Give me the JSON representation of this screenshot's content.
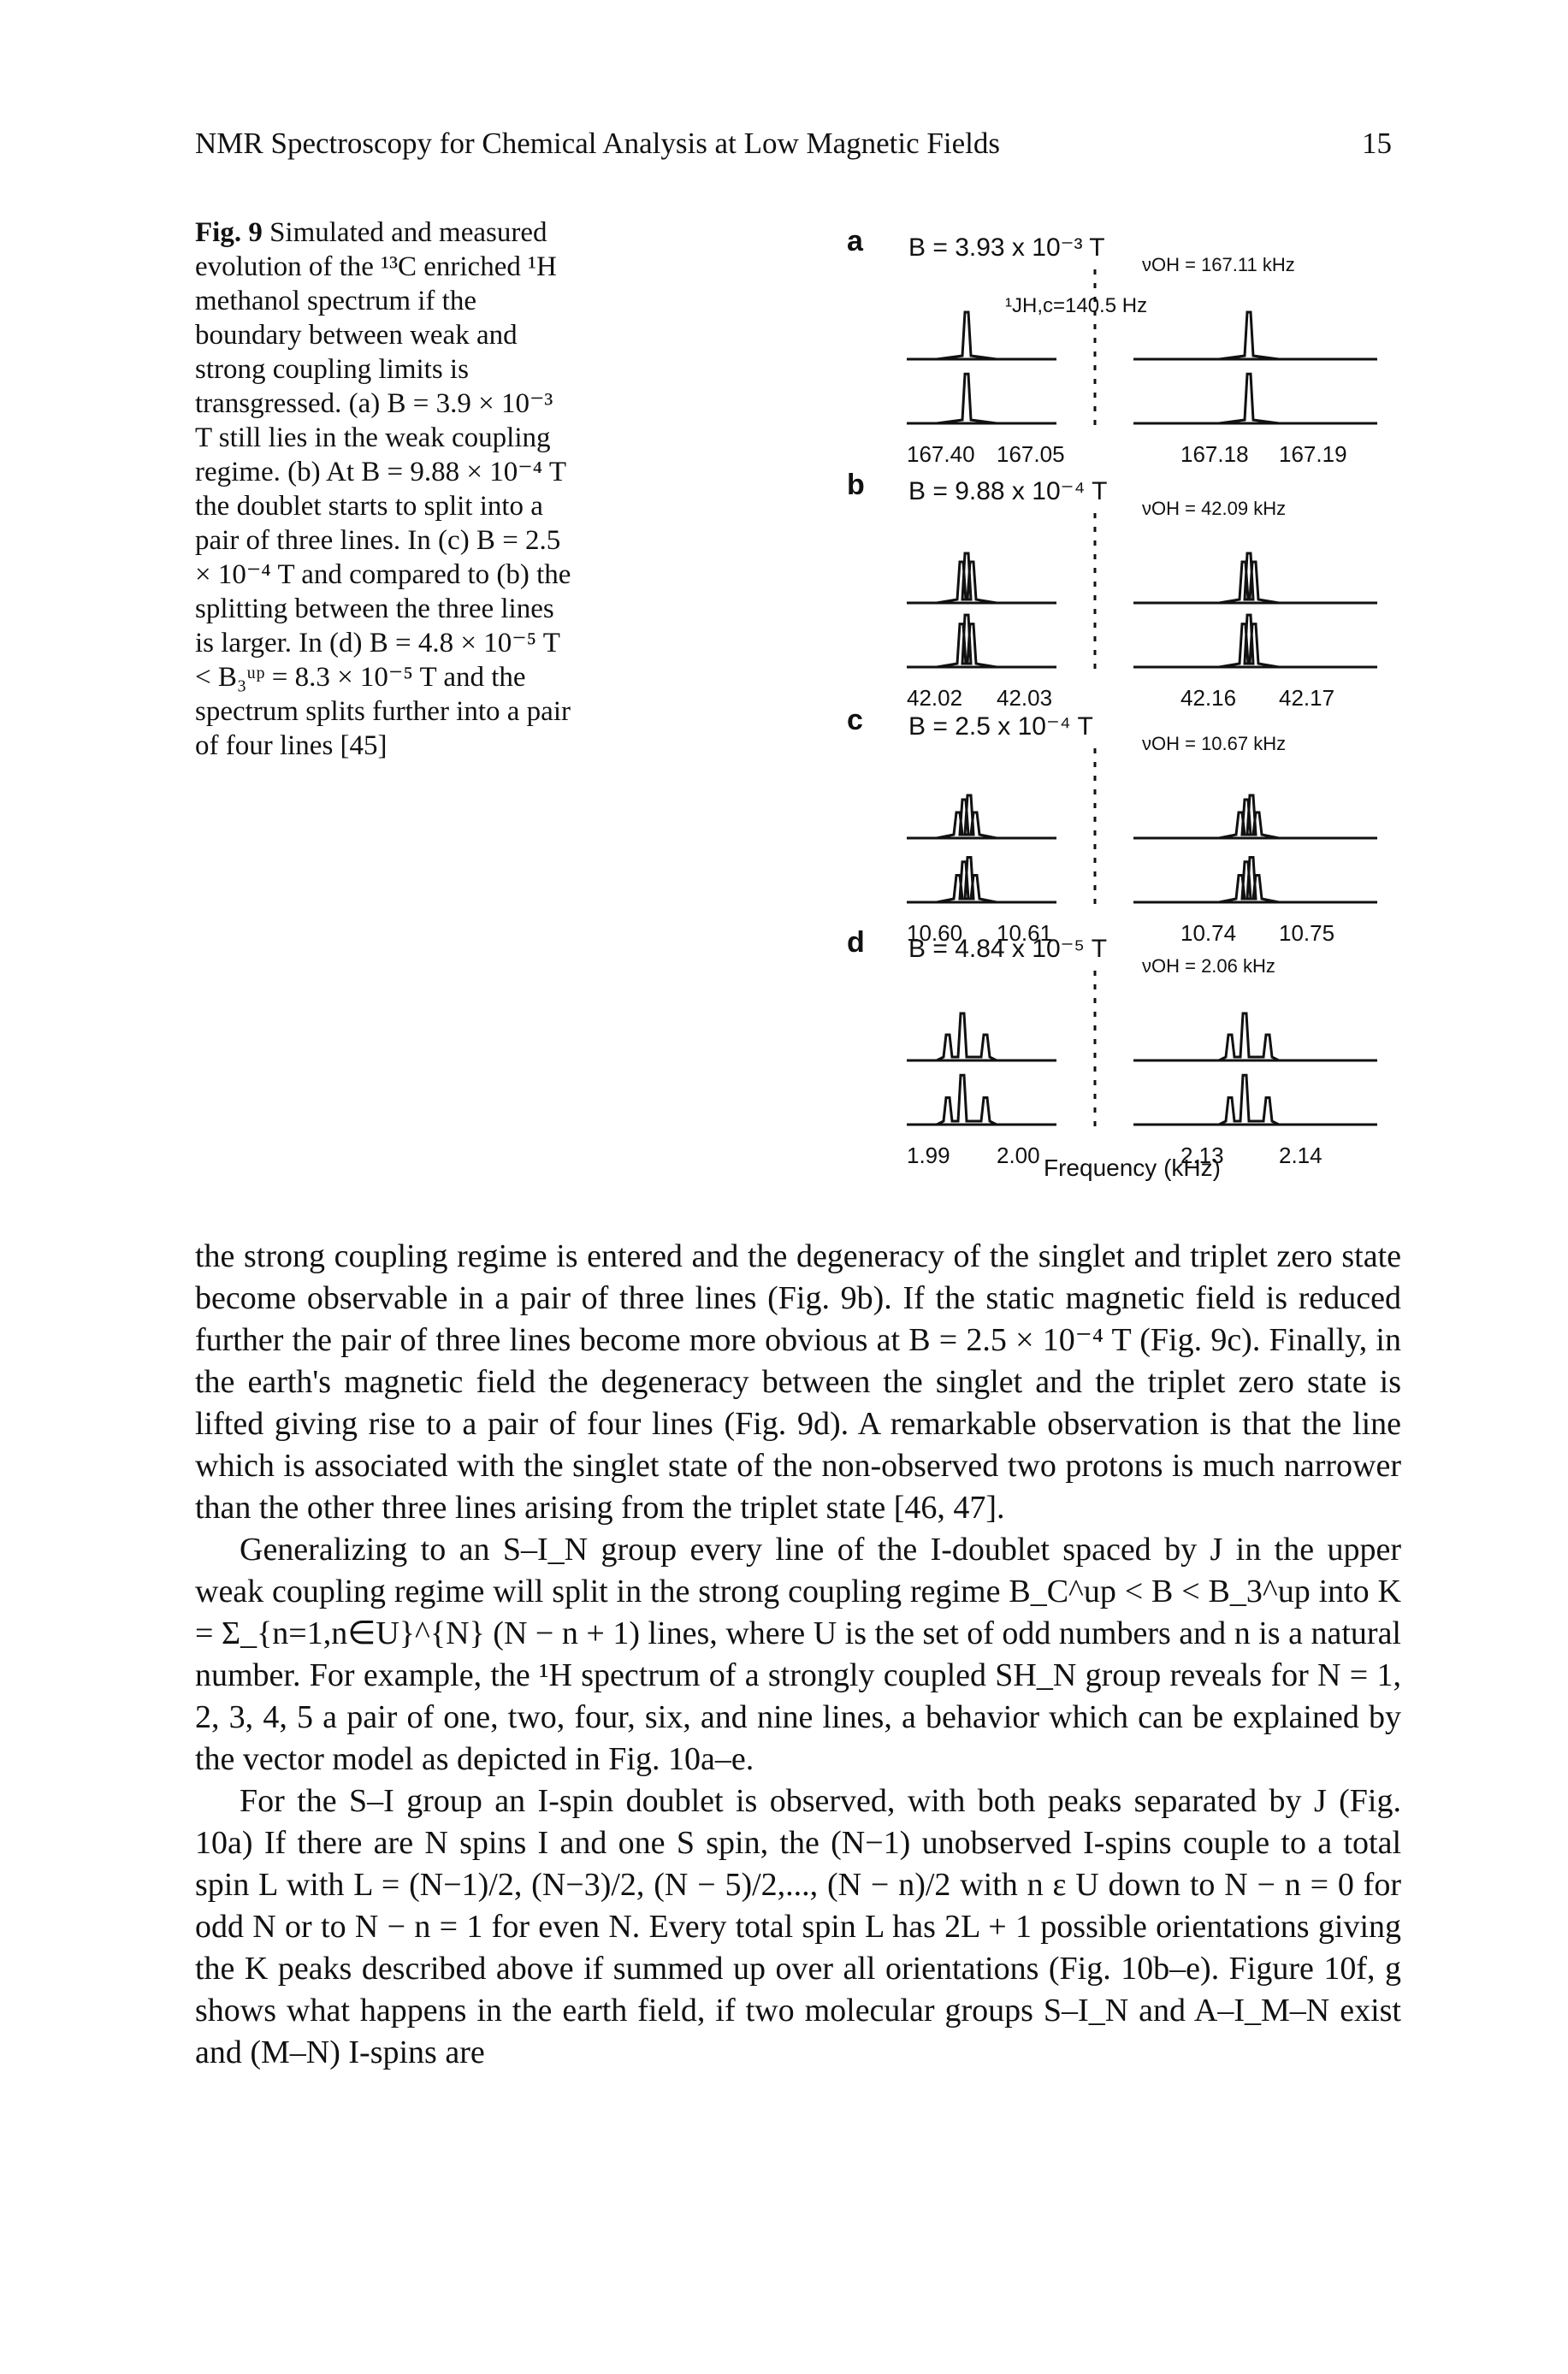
{
  "header": {
    "running_title": "NMR Spectroscopy for Chemical Analysis at Low Magnetic Fields",
    "page_number": "15"
  },
  "caption": {
    "label": "Fig. 9",
    "text": "Simulated and measured evolution of the ¹³C enriched ¹H methanol spectrum if the boundary between weak and strong coupling limits is transgressed. (a) B = 3.9 × 10⁻³ T still lies in the weak coupling regime. (b) At B = 9.88 × 10⁻⁴ T the doublet starts to split into a pair of three lines. In (c) B = 2.5 × 10⁻⁴ T and compared to (b) the splitting between the three lines is larger. In (d) B = 4.8 × 10⁻⁵ T < B₃ᵘᵖ = 8.3 × 10⁻⁵ T and the spectrum splits further into a pair of four lines [45]"
  },
  "figure": {
    "x_axis_label": "Frequency (kHz)",
    "panels": [
      {
        "letter": "a",
        "field": "B = 3.93 x 10⁻³ T",
        "nu": "νOH = 167.11 kHz",
        "coupling": "¹JH,c=140.5 Hz",
        "ticks_left": [
          "167.40",
          "167.05"
        ],
        "ticks_right": [
          "167.18",
          "167.19"
        ]
      },
      {
        "letter": "b",
        "field": "B = 9.88 x 10⁻⁴ T",
        "nu": "νOH = 42.09 kHz",
        "ticks_left": [
          "42.02",
          "42.03"
        ],
        "ticks_right": [
          "42.16",
          "42.17"
        ]
      },
      {
        "letter": "c",
        "field": "B = 2.5 x 10⁻⁴ T",
        "nu": "νOH = 10.67 kHz",
        "ticks_left": [
          "10.60",
          "10.61"
        ],
        "ticks_right": [
          "10.74",
          "10.75"
        ]
      },
      {
        "letter": "d",
        "field": "B = 4.84 x 10⁻⁵ T",
        "nu": "νOH = 2.06 kHz",
        "ticks_left": [
          "1.99",
          "2.00"
        ],
        "ticks_right": [
          "2.13",
          "2.14"
        ]
      }
    ]
  },
  "body": {
    "p1": "the strong coupling regime is entered and the degeneracy of the singlet and triplet zero state become observable in a pair of three lines (Fig. 9b). If the static magnetic field is reduced further the pair of three lines become more obvious at B = 2.5 × 10⁻⁴ T (Fig. 9c). Finally, in the earth's magnetic field the degeneracy between the singlet and the triplet zero state is lifted giving rise to a pair of four lines (Fig. 9d). A remarkable observation is that the line which is associated with the singlet state of the non-observed two protons is much narrower than the other three lines arising from the triplet state [46, 47].",
    "p2": "Generalizing to an S–I_N group every line of the I-doublet spaced by J in the upper weak coupling regime will split in the strong coupling regime B_C^up < B < B_3^up into K = Σ_{n=1,n∈U}^{N} (N − n + 1) lines, where U is the set of odd numbers and n is a natural number. For example, the ¹H spectrum of a strongly coupled SH_N group reveals for N = 1, 2, 3, 4, 5 a pair of one, two, four, six, and nine lines, a behavior which can be explained by the vector model as depicted in Fig. 10a–e.",
    "p3": "For the S–I group an I-spin doublet is observed, with both peaks separated by J (Fig. 10a) If there are N spins I and one S spin, the (N−1) unobserved I-spins couple to a total spin L with L = (N−1)/2, (N−3)/2, (N − 5)/2,..., (N − n)/2 with n ε U down to N − n = 0 for odd N or to N − n = 1 for even N. Every total spin L has 2L + 1 possible orientations giving the K peaks described above if summed up over all orientations (Fig. 10b–e). Figure 10f, g shows what happens in the earth field, if two molecular groups S–I_N and A–I_M–N exist and (M–N) I-spins are"
  }
}
